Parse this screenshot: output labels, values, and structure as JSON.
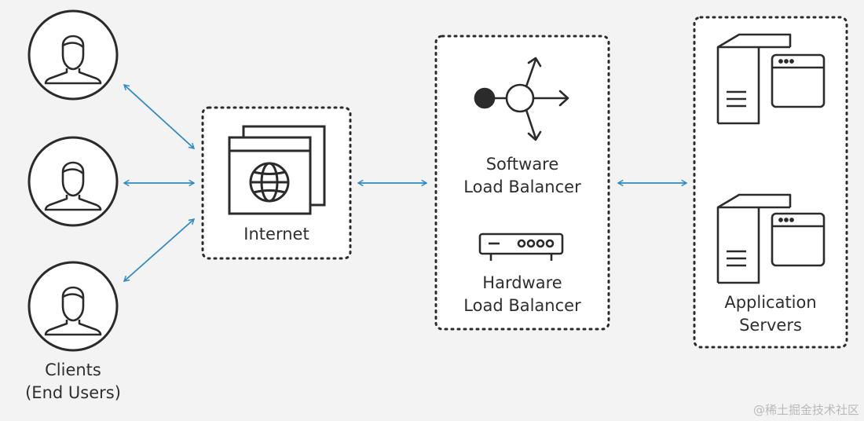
{
  "groups": {
    "clients": {
      "line1": "Clients",
      "line2": "(End Users)"
    },
    "internet": {
      "label": "Internet"
    },
    "software_lb": {
      "line1": "Software",
      "line2": "Load Balancer"
    },
    "hardware_lb": {
      "line1": "Hardware",
      "line2": "Load Balancer"
    },
    "app_servers": {
      "line1": "Application",
      "line2": "Servers"
    }
  },
  "icons": [
    "user-icon",
    "browser-globe-icon",
    "router-node-icon",
    "hardware-appliance-icon",
    "server-tower-icon"
  ],
  "colors": {
    "background": "#f3f3f3",
    "stroke": "#2b2b2b",
    "arrow": "#2f8ac4",
    "panel": "#ffffff"
  },
  "watermark": "@稀土掘金技术社区"
}
